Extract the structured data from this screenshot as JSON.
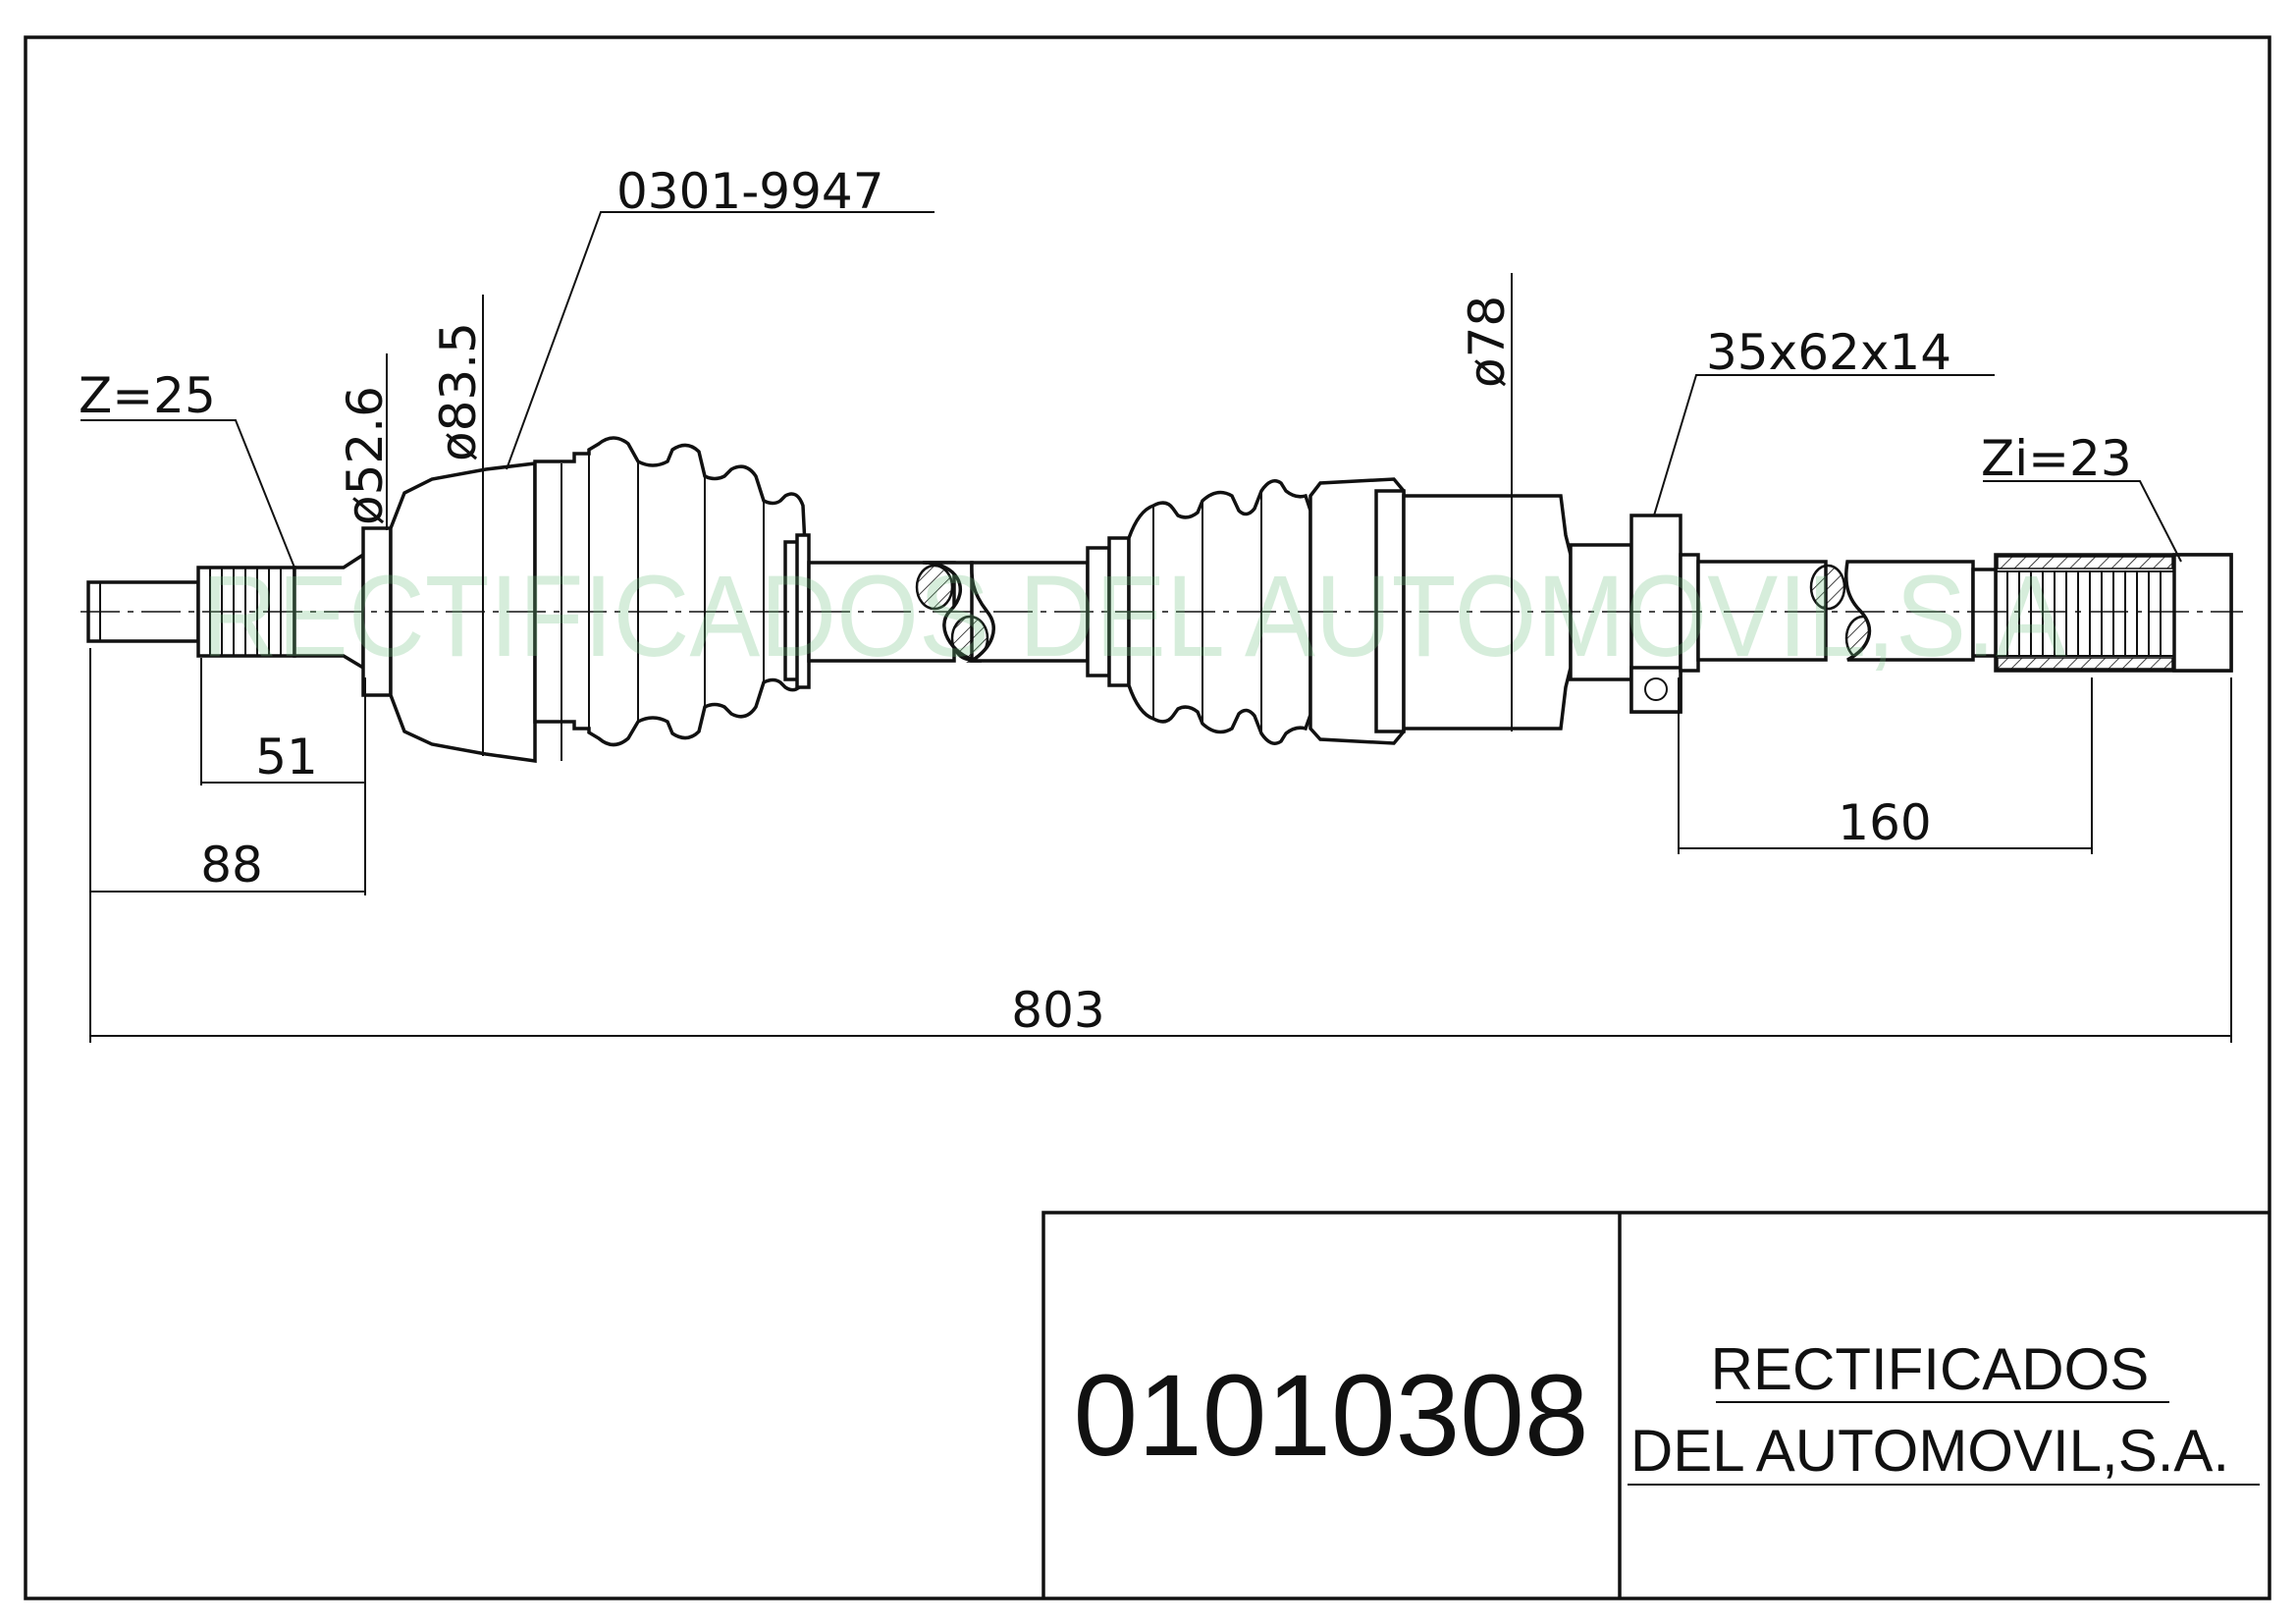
{
  "drawing": {
    "labels": {
      "spline_outer": "Z=25",
      "dia_small": "ø52.6",
      "dia_outer_joint": "ø83.5",
      "boot_kit": "0301-9947",
      "dia_inner_joint": "ø78",
      "bearing": "35x62x14",
      "spline_inner": "Zi=23"
    },
    "dimensions": {
      "d51": "51",
      "d88": "88",
      "d160": "160",
      "d803": "803"
    },
    "watermark": "RECTIFICADOS DEL AUTOMOVIL,S.A"
  },
  "title_block": {
    "part_number": "01010308",
    "company_line1": "RECTIFICADOS",
    "company_line2": "DEL AUTOMOVIL,S.A."
  }
}
